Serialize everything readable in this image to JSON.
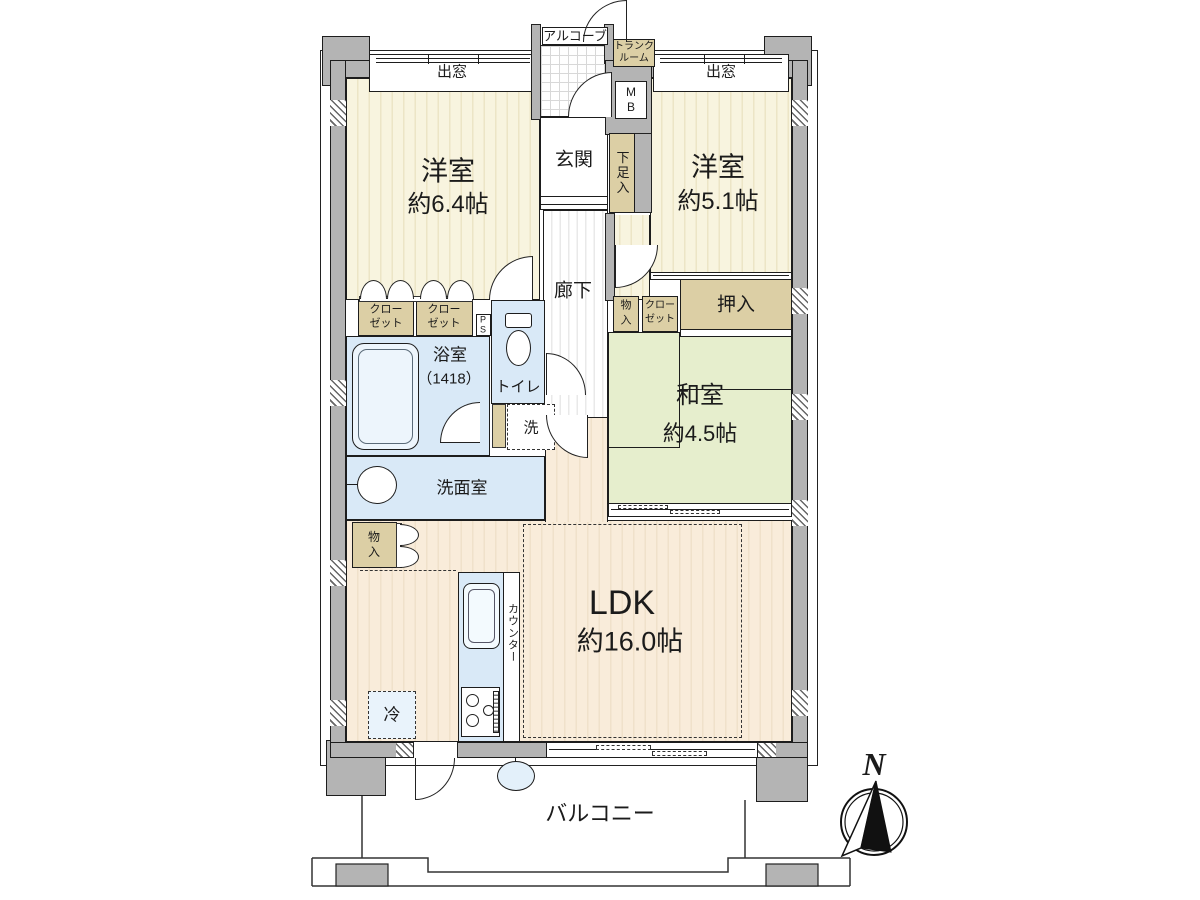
{
  "rooms": {
    "western_room_1": {
      "name": "洋室",
      "size": "約6.4帖"
    },
    "western_room_2": {
      "name": "洋室",
      "size": "約5.1帖"
    },
    "japanese_room": {
      "name": "和室",
      "size": "約4.5帖"
    },
    "ldk": {
      "name": "LDK",
      "size": "約16.0帖"
    },
    "entrance": {
      "name": "玄関"
    },
    "hallway": {
      "name": "廊下"
    },
    "bathroom": {
      "name": "浴室",
      "size": "（1418）"
    },
    "toilet": {
      "name": "トイレ"
    },
    "washroom": {
      "name": "洗面室"
    },
    "balcony": {
      "name": "バルコニー"
    }
  },
  "fixtures": {
    "bay_window": "出窓",
    "alcove": "アルコーブ",
    "trunk_room": {
      "line1": "トランク",
      "line2": "ルーム"
    },
    "meter_box": {
      "line1": "M",
      "line2": "B"
    },
    "shoe_cabinet": "下足入",
    "closet": {
      "line1": "クロー",
      "line2": "ゼット"
    },
    "oshiire": "押入",
    "storage": {
      "line1": "物",
      "line2": "入"
    },
    "pipe_space": {
      "line1": "P",
      "line2": "S"
    },
    "washer": "洗",
    "counter": "カウンター",
    "refrigerator": "冷"
  },
  "compass": {
    "north": "N"
  },
  "colors": {
    "wall": "#b4b4b4",
    "wood_floor": "#f8f4df",
    "ldk_floor": "#f9ecda",
    "tatami": "#e6eecd",
    "wet_area": "#d9e9f7",
    "storage_tan": "#dccfa5",
    "outline": "#1d1d1d"
  }
}
